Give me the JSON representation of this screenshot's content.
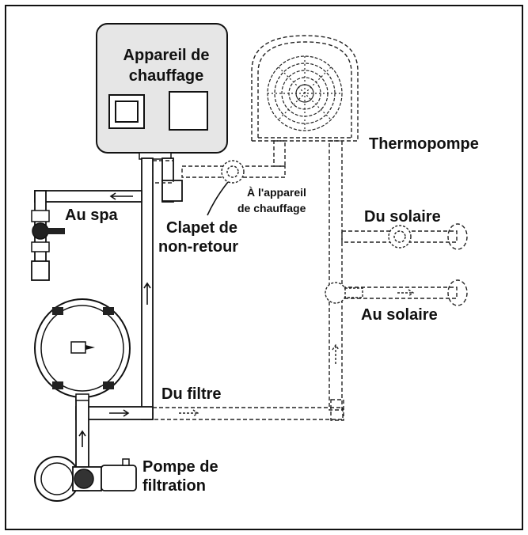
{
  "labels": {
    "heater_line1": "Appareil de",
    "heater_line2": "chauffage",
    "heat_pump": "Thermopompe",
    "to_heater_line1": "À l'appareil",
    "to_heater_line2": "de chauffage",
    "spa": "Au spa",
    "check_valve_line1": "Clapet de",
    "check_valve_line2": "non-retour",
    "from_solar": "Du solaire",
    "to_solar": "Au solaire",
    "from_filter": "Du filtre",
    "pump_line1": "Pompe de",
    "pump_line2": "filtration"
  },
  "colors": {
    "line": "#111111",
    "heater_fill": "#e6e6e6",
    "background": "#ffffff"
  },
  "icons": [
    "heater-icon",
    "heat-pump-fan-icon",
    "check-valve-icon",
    "valve-icon",
    "filter-icon",
    "pump-icon",
    "flow-arrow-icon"
  ]
}
